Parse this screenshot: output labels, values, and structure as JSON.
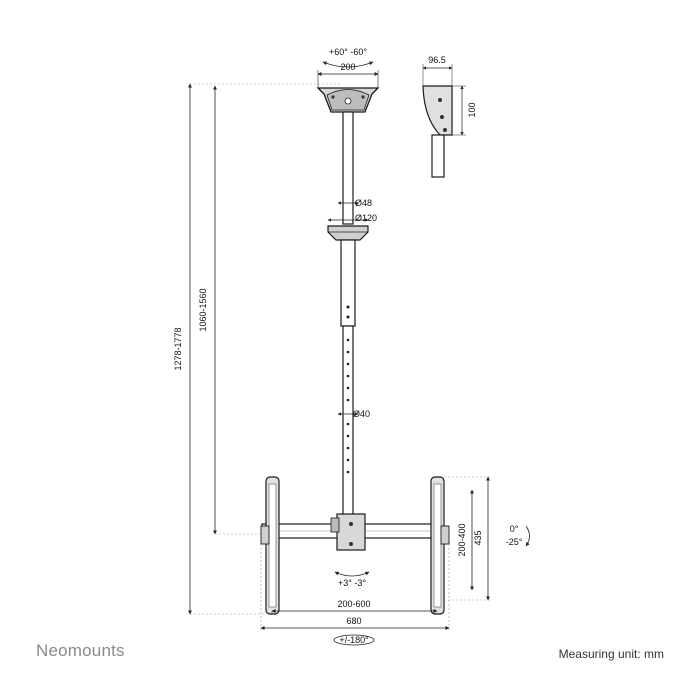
{
  "brand": {
    "name": "Neomounts",
    "color": "#8a8a8a"
  },
  "footer": {
    "measuring_unit": "Measuring unit: mm"
  },
  "dimensions": {
    "tilt_head": "+60° -60°",
    "plate_width": "200",
    "side_depth": "96.5",
    "side_height": "100",
    "pole_diameter_upper": "Ø48",
    "collar_diameter": "Ø120",
    "pole_diameter_lower": "Ø40",
    "total_height": "1278-1778",
    "pole_length": "1060-1560",
    "bracket_height_outer": "435",
    "bracket_height_inner": "200-400",
    "tilt_tv": "0°",
    "tilt_tv_2": "-25°",
    "swivel_small": "+3° -3°",
    "vesa_width": "200-600",
    "bracket_width": "680",
    "rotation": "+/-180°"
  },
  "colors": {
    "line": "#1a1a1a",
    "dimline": "#333333",
    "grey": "#cfcfcf",
    "dark": "#555555"
  }
}
